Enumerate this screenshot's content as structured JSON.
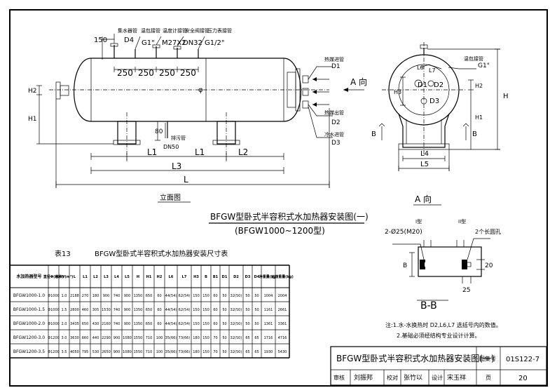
{
  "elevation": {
    "title": "立面图",
    "top_callouts": [
      "集水器管",
      "温包接管",
      "温度计接管",
      "安全阀接管",
      "压力表接管"
    ],
    "top_sizes": [
      "D4",
      "G1\"",
      "M27X2",
      "DN32",
      "G1/2\""
    ],
    "dim_150": "150",
    "spacing": [
      "250",
      "250",
      "250",
      "250"
    ],
    "phi": "φ",
    "right_callouts": {
      "hot_water_in": "热媒进管",
      "d1": "D1",
      "hot_water_out": "热媒出管",
      "d2": "D2",
      "cold_in": "冷水进管",
      "d3": "D3"
    },
    "drain": {
      "label": "排污管",
      "size": "DN50",
      "dim": "80"
    },
    "arrow_label": "A 向",
    "dims": {
      "h2": "H2",
      "h1": "H1",
      "l1a": "L1",
      "l1b": "L1",
      "l2": "L2",
      "l3": "L3",
      "l": "L"
    }
  },
  "side_view": {
    "title": "A 向",
    "labels": {
      "l6": "L6",
      "l7": "L7",
      "d1": "D1",
      "d2": "D2",
      "d3": "D3",
      "h3": "H3",
      "h2": "H2",
      "h1": "H1",
      "h": "H",
      "l4": "L4",
      "l5": "L5",
      "b_left": "B",
      "b_right": "B",
      "g1": "G1\"",
      "temp_pipe": "温包接管"
    }
  },
  "section": {
    "title": "B-B",
    "left_label": "I型",
    "right_label": "II型",
    "holes": "2-Ø25(M20)",
    "slots": "2个长圆孔",
    "b": "B",
    "dim20": "20",
    "dim25": "25"
  },
  "drawing_title": {
    "line1": "BFGW型卧式半容积式水加热器安装图(一)",
    "line2": "(BFGW1000~1200型)"
  },
  "table": {
    "caption_no": "表13",
    "caption": "BFGW型卧式半容积式水加热器安装尺寸表",
    "headers": [
      "水加热器型号",
      "直径Φ(mm)",
      "容积V(m³)",
      "L",
      "L1",
      "L2",
      "L3",
      "L4",
      "L5",
      "H",
      "H1",
      "H2",
      "L6",
      "L7",
      "H3",
      "B",
      "B1",
      "D1",
      "D2",
      "D3",
      "D4",
      "净重量(kg)",
      "运转重量(kg)"
    ],
    "rows": [
      [
        "BFGW1000-1.0",
        "Φ1000",
        "1.0",
        "2188",
        "270",
        "180",
        "900",
        "740",
        "900",
        "1350",
        "650",
        "60",
        "44(54)",
        "62(54)",
        "150",
        "150",
        "60",
        "50",
        "32(50)",
        "50",
        "50",
        "1004",
        "2004"
      ],
      [
        "BFGW1000-1.5",
        "Φ1000",
        "1.5",
        "2800",
        "460",
        "305",
        "1530",
        "740",
        "900",
        "1350",
        "650",
        "60",
        "44(54)",
        "62(54)",
        "150",
        "150",
        "60",
        "50",
        "32(50)",
        "50",
        "50",
        "1161",
        "2661"
      ],
      [
        "BFGW1000-2.0",
        "Φ1000",
        "2.0",
        "3435",
        "650",
        "430",
        "2160",
        "740",
        "900",
        "1350",
        "650",
        "60",
        "44(54)",
        "62(54)",
        "150",
        "150",
        "60",
        "50",
        "32(50)",
        "50",
        "50",
        "1361",
        "3361"
      ],
      [
        "BFGW1200-3.0",
        "Φ1200",
        "3.0",
        "3630",
        "660",
        "440",
        "2290",
        "900",
        "1080",
        "1550",
        "710",
        "100",
        "35(66)",
        "73(66)",
        "180",
        "150",
        "70",
        "50",
        "32(50)",
        "65",
        "65",
        "1716",
        "4716"
      ],
      [
        "BFGW1200-3.5",
        "Φ1200",
        "3.5",
        "4050",
        "795",
        "530",
        "2650",
        "900",
        "1080",
        "1550",
        "710",
        "100",
        "35(66)",
        "73(66)",
        "180",
        "150",
        "70",
        "50",
        "32(50)",
        "65",
        "65",
        "1930",
        "5430"
      ]
    ]
  },
  "notes": {
    "n1": "注:1.水-水换热时 D2,L6,L7 选括号内的数值。",
    "n2": "2.基础必须经结构专业设计计算。"
  },
  "title_block": {
    "title": "BFGW型卧式半容积式水加热器安装图(一)",
    "atlas_label": "图集号",
    "atlas_no": "01S122-7",
    "review": "审核",
    "reviewer": "刘振邦",
    "check": "校对",
    "checker": "张竹以",
    "design": "设计",
    "designer": "宋玉祥",
    "page_label": "页",
    "page_no": "20"
  }
}
